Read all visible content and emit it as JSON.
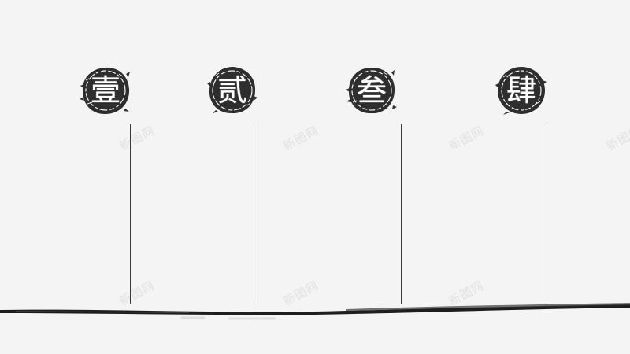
{
  "markers": [
    {
      "char": "壹"
    },
    {
      "char": "贰"
    },
    {
      "char": "叁"
    },
    {
      "char": "肆"
    }
  ],
  "watermark": "新图网",
  "colors": {
    "background": "#f4f4f4",
    "seal": "#2e2e2e",
    "seal_text": "#ffffff",
    "stem": "#3a3a3a",
    "ground_stroke": "#1e1e1e"
  }
}
